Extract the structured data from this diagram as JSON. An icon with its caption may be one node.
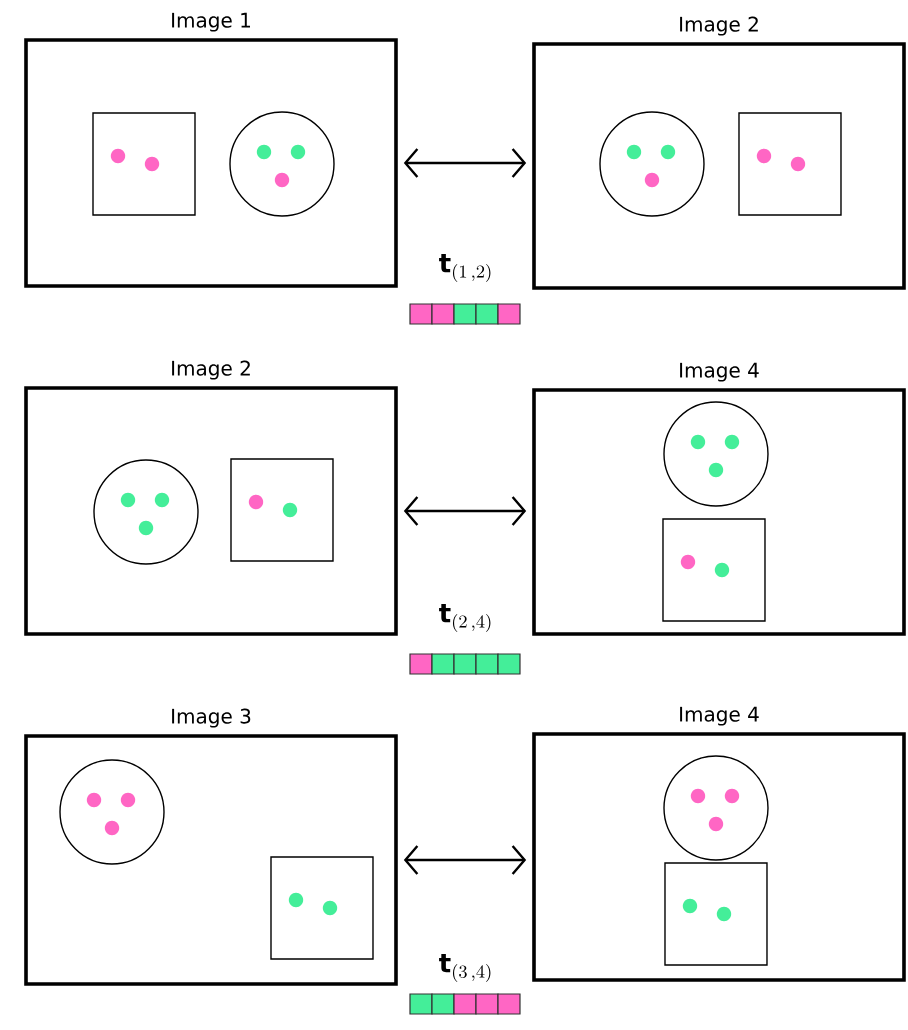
{
  "diagram": {
    "nodes": [
      {
        "text": [
          "Image 1"
        ]
      },
      {
        "text": [],
        "shape": "box",
        "in": 0
      },
      {
        "text": [],
        "shape": "circle",
        "in": 0
      },
      {
        "text": [
          "Image 2"
        ]
      },
      {
        "text": [],
        "shape": "circle",
        "in": 3
      },
      {
        "text": [],
        "shape": "box",
        "in": 3
      },
      {
        "text": [
          "Image 2"
        ]
      },
      {
        "text": [],
        "shape": "circle",
        "in": 6
      },
      {
        "text": [],
        "shape": "box",
        "in": 6
      },
      {
        "text": [
          "Image 4"
        ]
      },
      {
        "text": [],
        "shape": "circle",
        "in": 9
      },
      {
        "text": [],
        "shape": "box",
        "in": 9
      },
      {
        "text": [
          "Image 3"
        ]
      },
      {
        "text": [],
        "shape": "circle",
        "in": 12
      },
      {
        "text": [],
        "shape": "box",
        "in": 12
      },
      {
        "text": [
          "Image 4"
        ]
      },
      {
        "text": [],
        "shape": "circle",
        "in": 15
      },
      {
        "text": [],
        "shape": "box",
        "in": 15
      }
    ],
    "edges": [
      {
        "from": 0,
        "to": 3,
        "arrow": "both"
      },
      {
        "from": 6,
        "to": 9,
        "arrow": "both"
      },
      {
        "from": 12,
        "to": 15,
        "arrow": "both"
      }
    ],
    "labels": [
      "\\mathbf{t}_{(1\\,,2)}",
      "\\mathbf{t}_{(2\\,,4)}",
      "\\mathbf{t}_{(3\\,,4)}"
    ]
  }
}
